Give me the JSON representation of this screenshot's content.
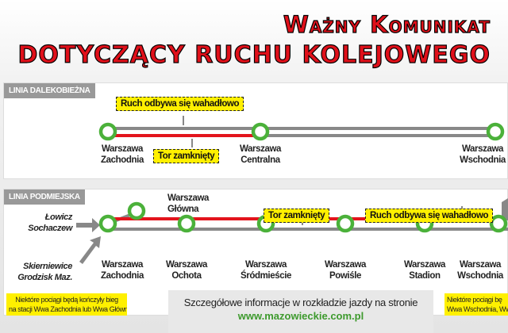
{
  "header": {
    "title_line1": "Ważny Komunikat",
    "title_line2": "DOTYCZĄCY RUCHU KOLEJOWEGO"
  },
  "colors": {
    "title": "#e0101a",
    "closed_track": "#e3141c",
    "open_track": "#888888",
    "station": "#4bb13a",
    "note": "#fff000",
    "link": "#3d9a2d"
  },
  "long_distance": {
    "label": "LINIA DALEKOBIEŻNA",
    "shuttle_note": "Ruch odbywa się wahadłowo",
    "closed_note": "Tor zamknięty",
    "stations": [
      {
        "line1": "Warszawa",
        "line2": "Zachodnia"
      },
      {
        "line1": "Warszawa",
        "line2": "Centralna"
      },
      {
        "line1": "Warszawa",
        "line2": "Wschodnia"
      }
    ]
  },
  "suburban": {
    "label": "LINIA PODMIEJSKA",
    "closed_note": "Tor zamknięty",
    "shuttle_note": "Ruch odbywa się wahadłowo",
    "branch_station": {
      "line1": "Warszawa",
      "line2": "Główna"
    },
    "sources": [
      {
        "line1": "Łowicz",
        "line2": "Sochaczew"
      },
      {
        "line1": "Skierniewice",
        "line2": "Grodzisk Maz."
      }
    ],
    "stations": [
      {
        "line1": "Warszawa",
        "line2": "Zachodnia"
      },
      {
        "line1": "Warszawa",
        "line2": "Ochota"
      },
      {
        "line1": "Warszawa",
        "line2": "Śródmieście"
      },
      {
        "line1": "Warszawa",
        "line2": "Powiśle"
      },
      {
        "line1": "Warszawa",
        "line2": "Stadion"
      },
      {
        "line1": "Warszawa",
        "line2": "Wschodnia"
      }
    ],
    "left_note": {
      "line1": "Niektóre pociągi będą kończyły bieg",
      "line2": "na stacji Wwa Zachodnia lub Wwa Główna"
    },
    "right_note": {
      "line1": "Niektóre pociągi bę",
      "line2": "Wwa Wschodnia, Wwa"
    }
  },
  "footer": {
    "info": "Szczegółowe informacje w rozkładzie jazdy na stronie",
    "url": "www.mazowieckie.com.pl"
  }
}
